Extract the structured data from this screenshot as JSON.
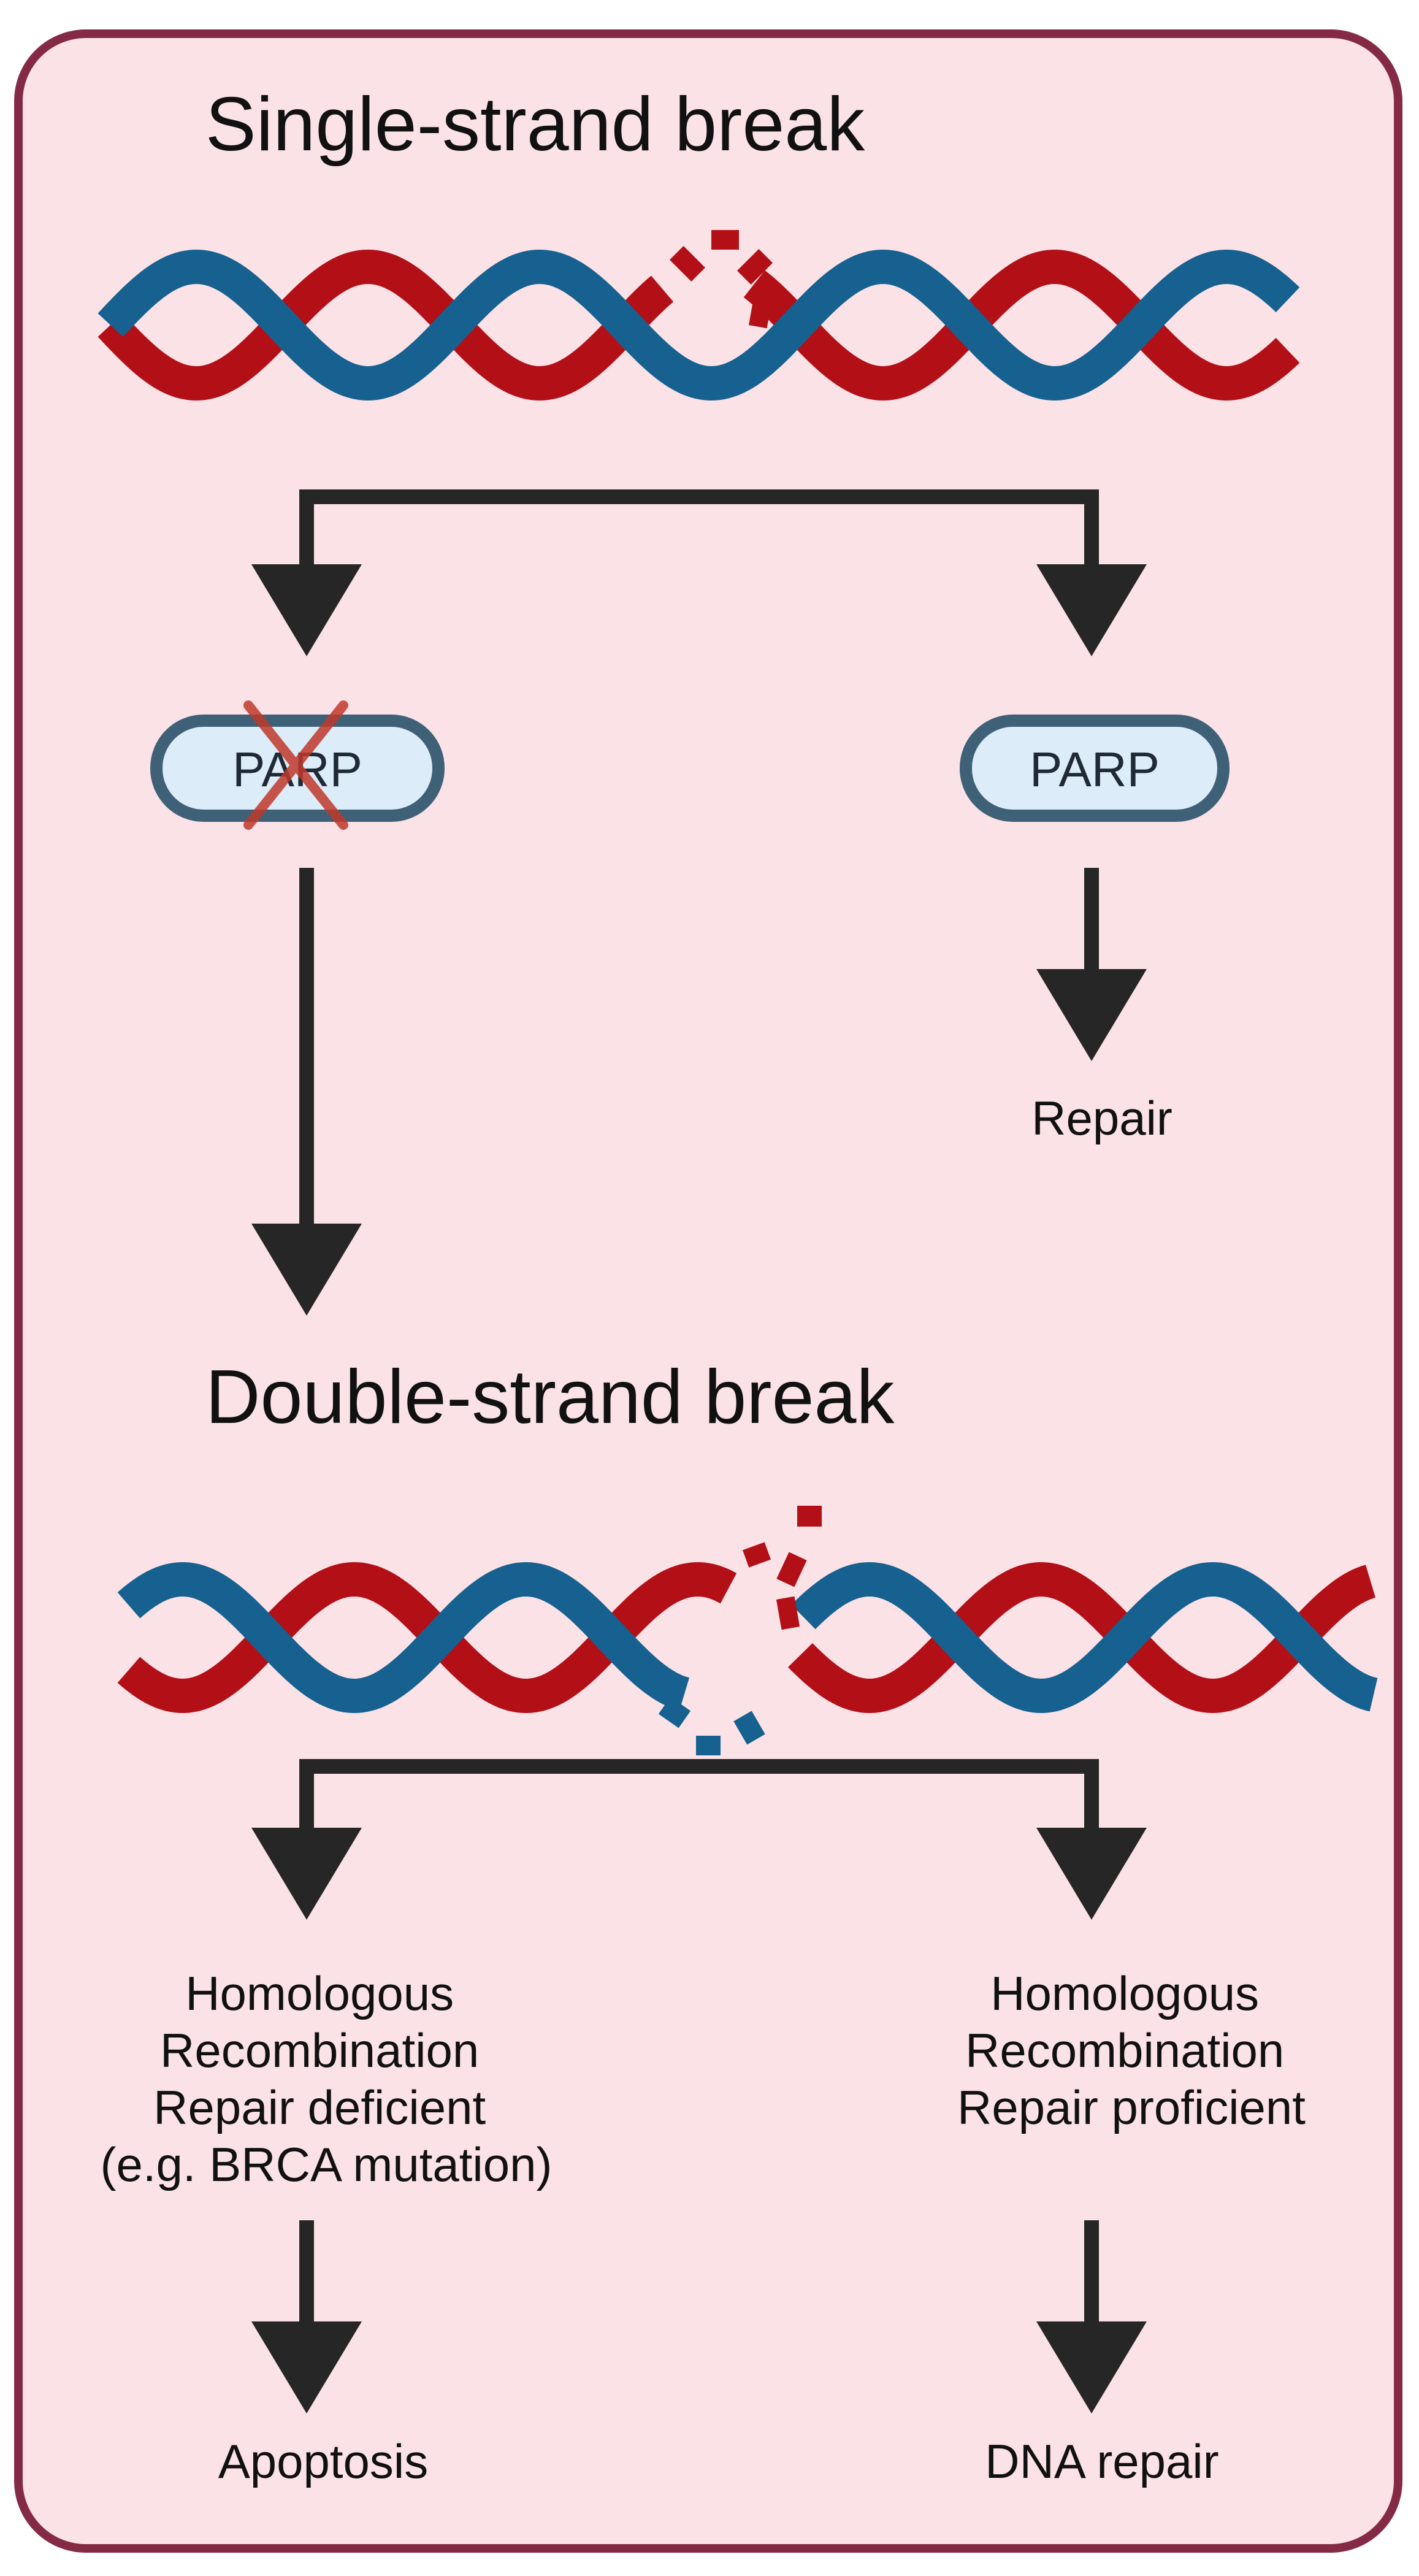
{
  "colors": {
    "panel_fill": "#fbe2e7",
    "panel_border": "#842a47",
    "strand_red": "#b30f17",
    "strand_blue": "#16618f",
    "arrow": "#262626",
    "parp_fill": "#dcecf8",
    "parp_border": "#3f6178",
    "cross": "#c0392b"
  },
  "sections": {
    "single": {
      "title": "Single-strand break"
    },
    "double": {
      "title": "Double-strand break"
    }
  },
  "parp": {
    "inhibited": {
      "label": "PARP",
      "crossed": true
    },
    "active": {
      "label": "PARP"
    }
  },
  "outcomes": {
    "repair": "Repair",
    "hr_deficient": [
      "Homologous",
      "Recombination",
      "Repair deficient",
      "(e.g. BRCA mutation)"
    ],
    "hr_proficient": [
      "Homologous",
      "Recombination",
      "Repair proficient"
    ],
    "apoptosis": "Apoptosis",
    "dna_repair": "DNA repair"
  }
}
